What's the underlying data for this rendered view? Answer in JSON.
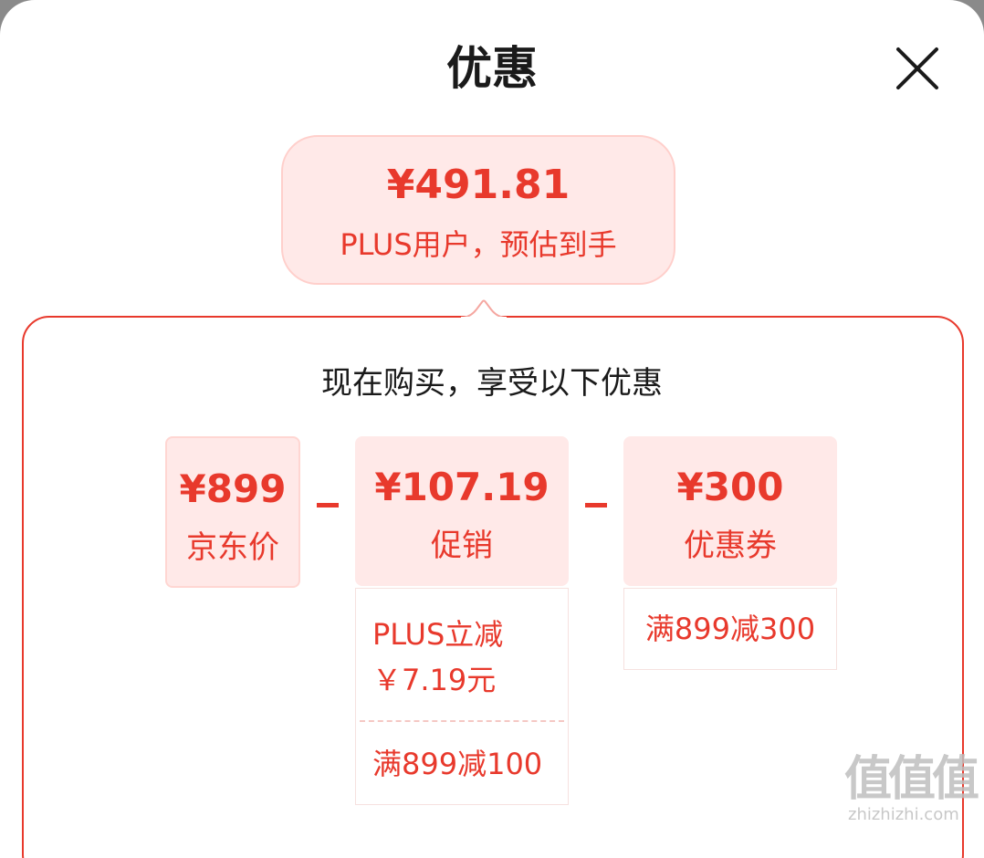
{
  "dialog": {
    "title": "优惠"
  },
  "estimate": {
    "price": "¥491.81",
    "desc": "PLUS用户，预估到手"
  },
  "breakdown": {
    "heading": "现在购买，享受以下优惠",
    "jd_price": {
      "amount": "¥899",
      "label": "京东价"
    },
    "promotion": {
      "amount": "¥107.19",
      "label": "促销",
      "details": [
        "PLUS立减",
        "￥7.19元",
        "满899减100"
      ]
    },
    "coupon": {
      "amount": "¥300",
      "label": "优惠券",
      "details": [
        "满899减300"
      ]
    }
  },
  "watermark": {
    "glyphs": "值值值",
    "site": "zhizhizhi.com"
  },
  "colors": {
    "accent": "#e8392c",
    "box_bg": "#ffe9e8",
    "title": "#1a1a1a"
  }
}
